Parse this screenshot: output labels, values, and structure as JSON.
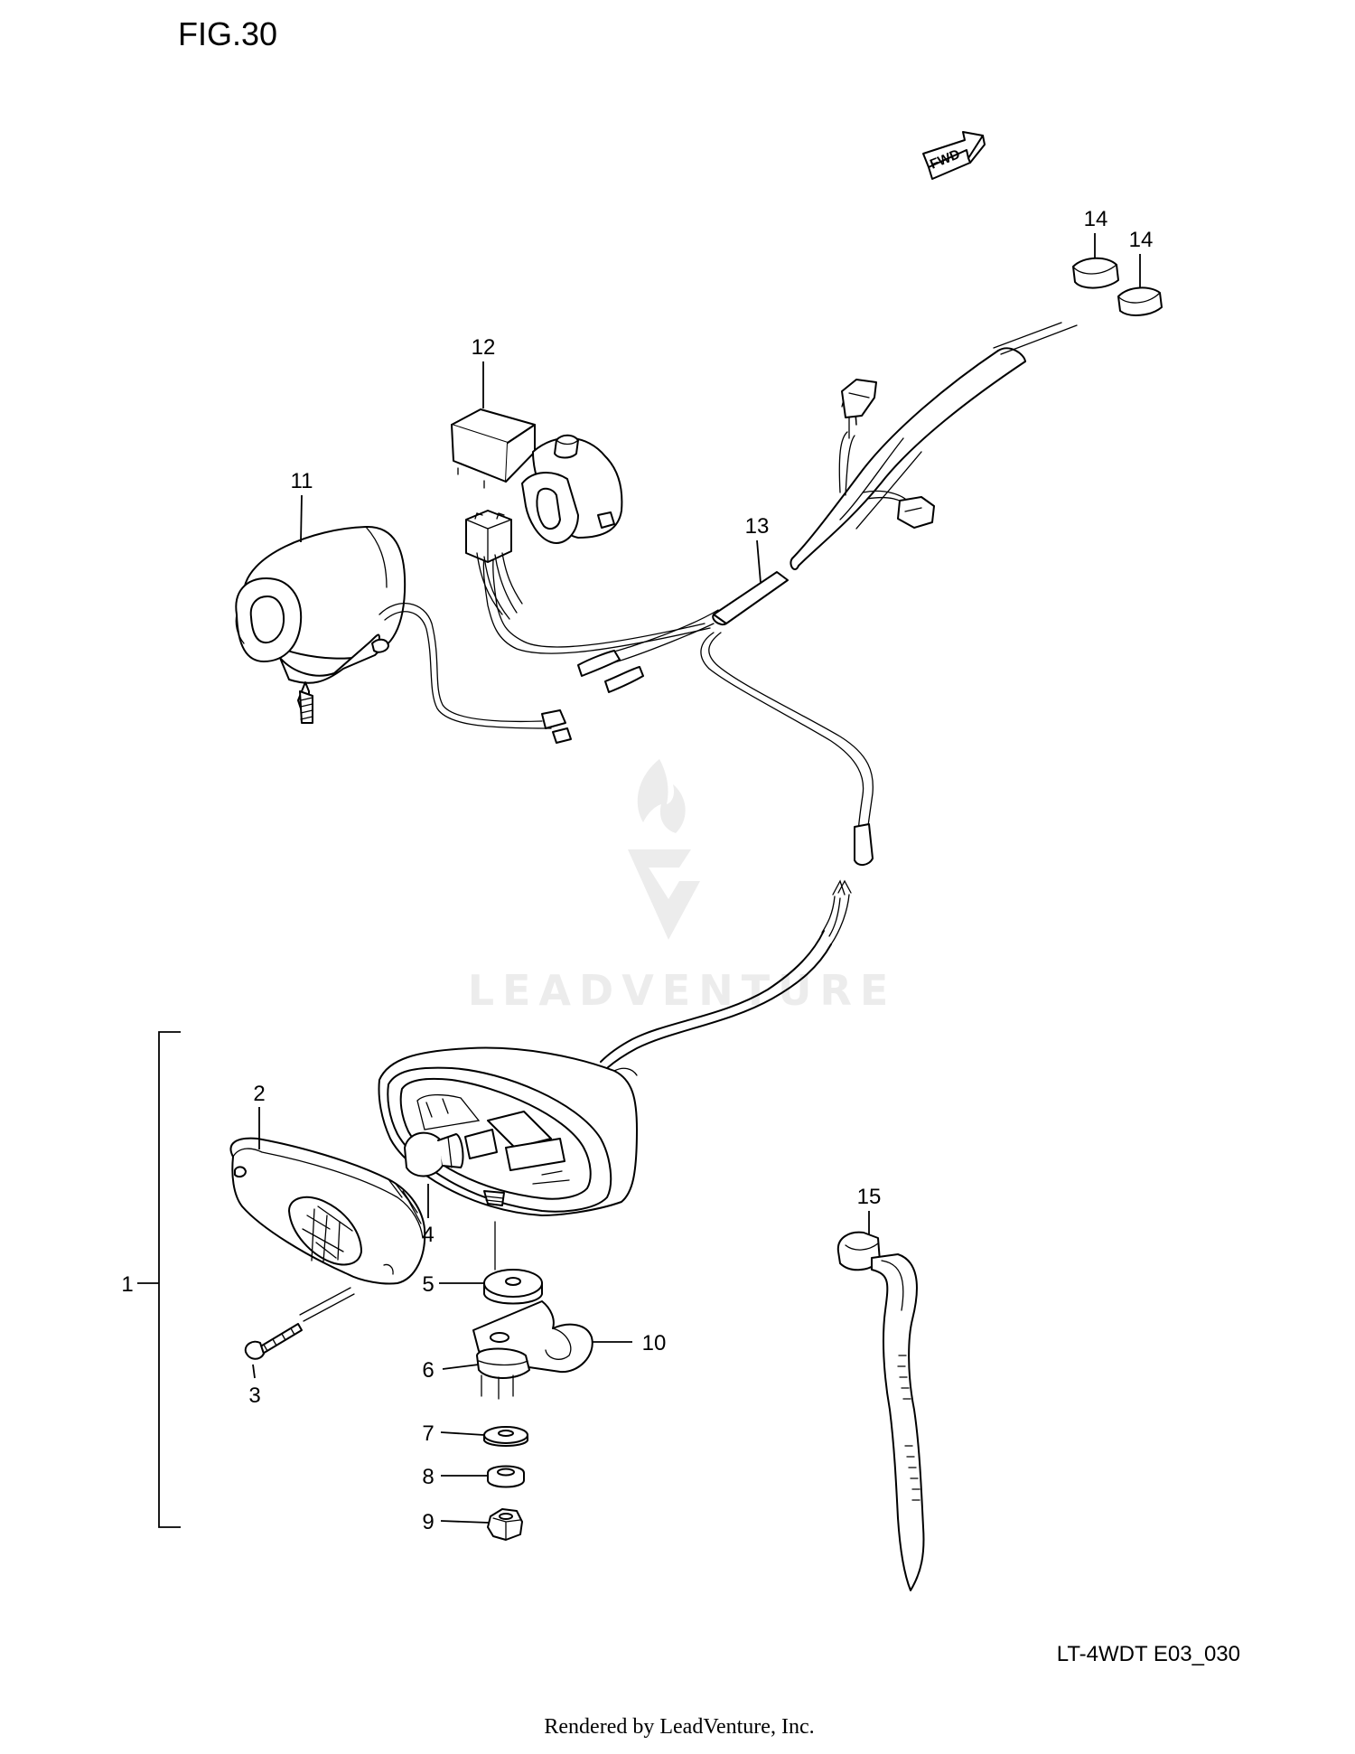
{
  "figure": {
    "title": "FIG.30",
    "code": "LT-4WDT E03_030"
  },
  "watermark": {
    "text": "LEADVENTURE"
  },
  "footer": {
    "credit": "Rendered by LeadVenture, Inc."
  },
  "direction_badge": {
    "text": "FWD"
  },
  "callouts": [
    "1",
    "2",
    "3",
    "4",
    "5",
    "6",
    "7",
    "8",
    "9",
    "10",
    "11",
    "12",
    "13",
    "14",
    "14",
    "15"
  ],
  "colors": {
    "line": "#000000",
    "background": "#ffffff",
    "watermark": "#ececec"
  }
}
